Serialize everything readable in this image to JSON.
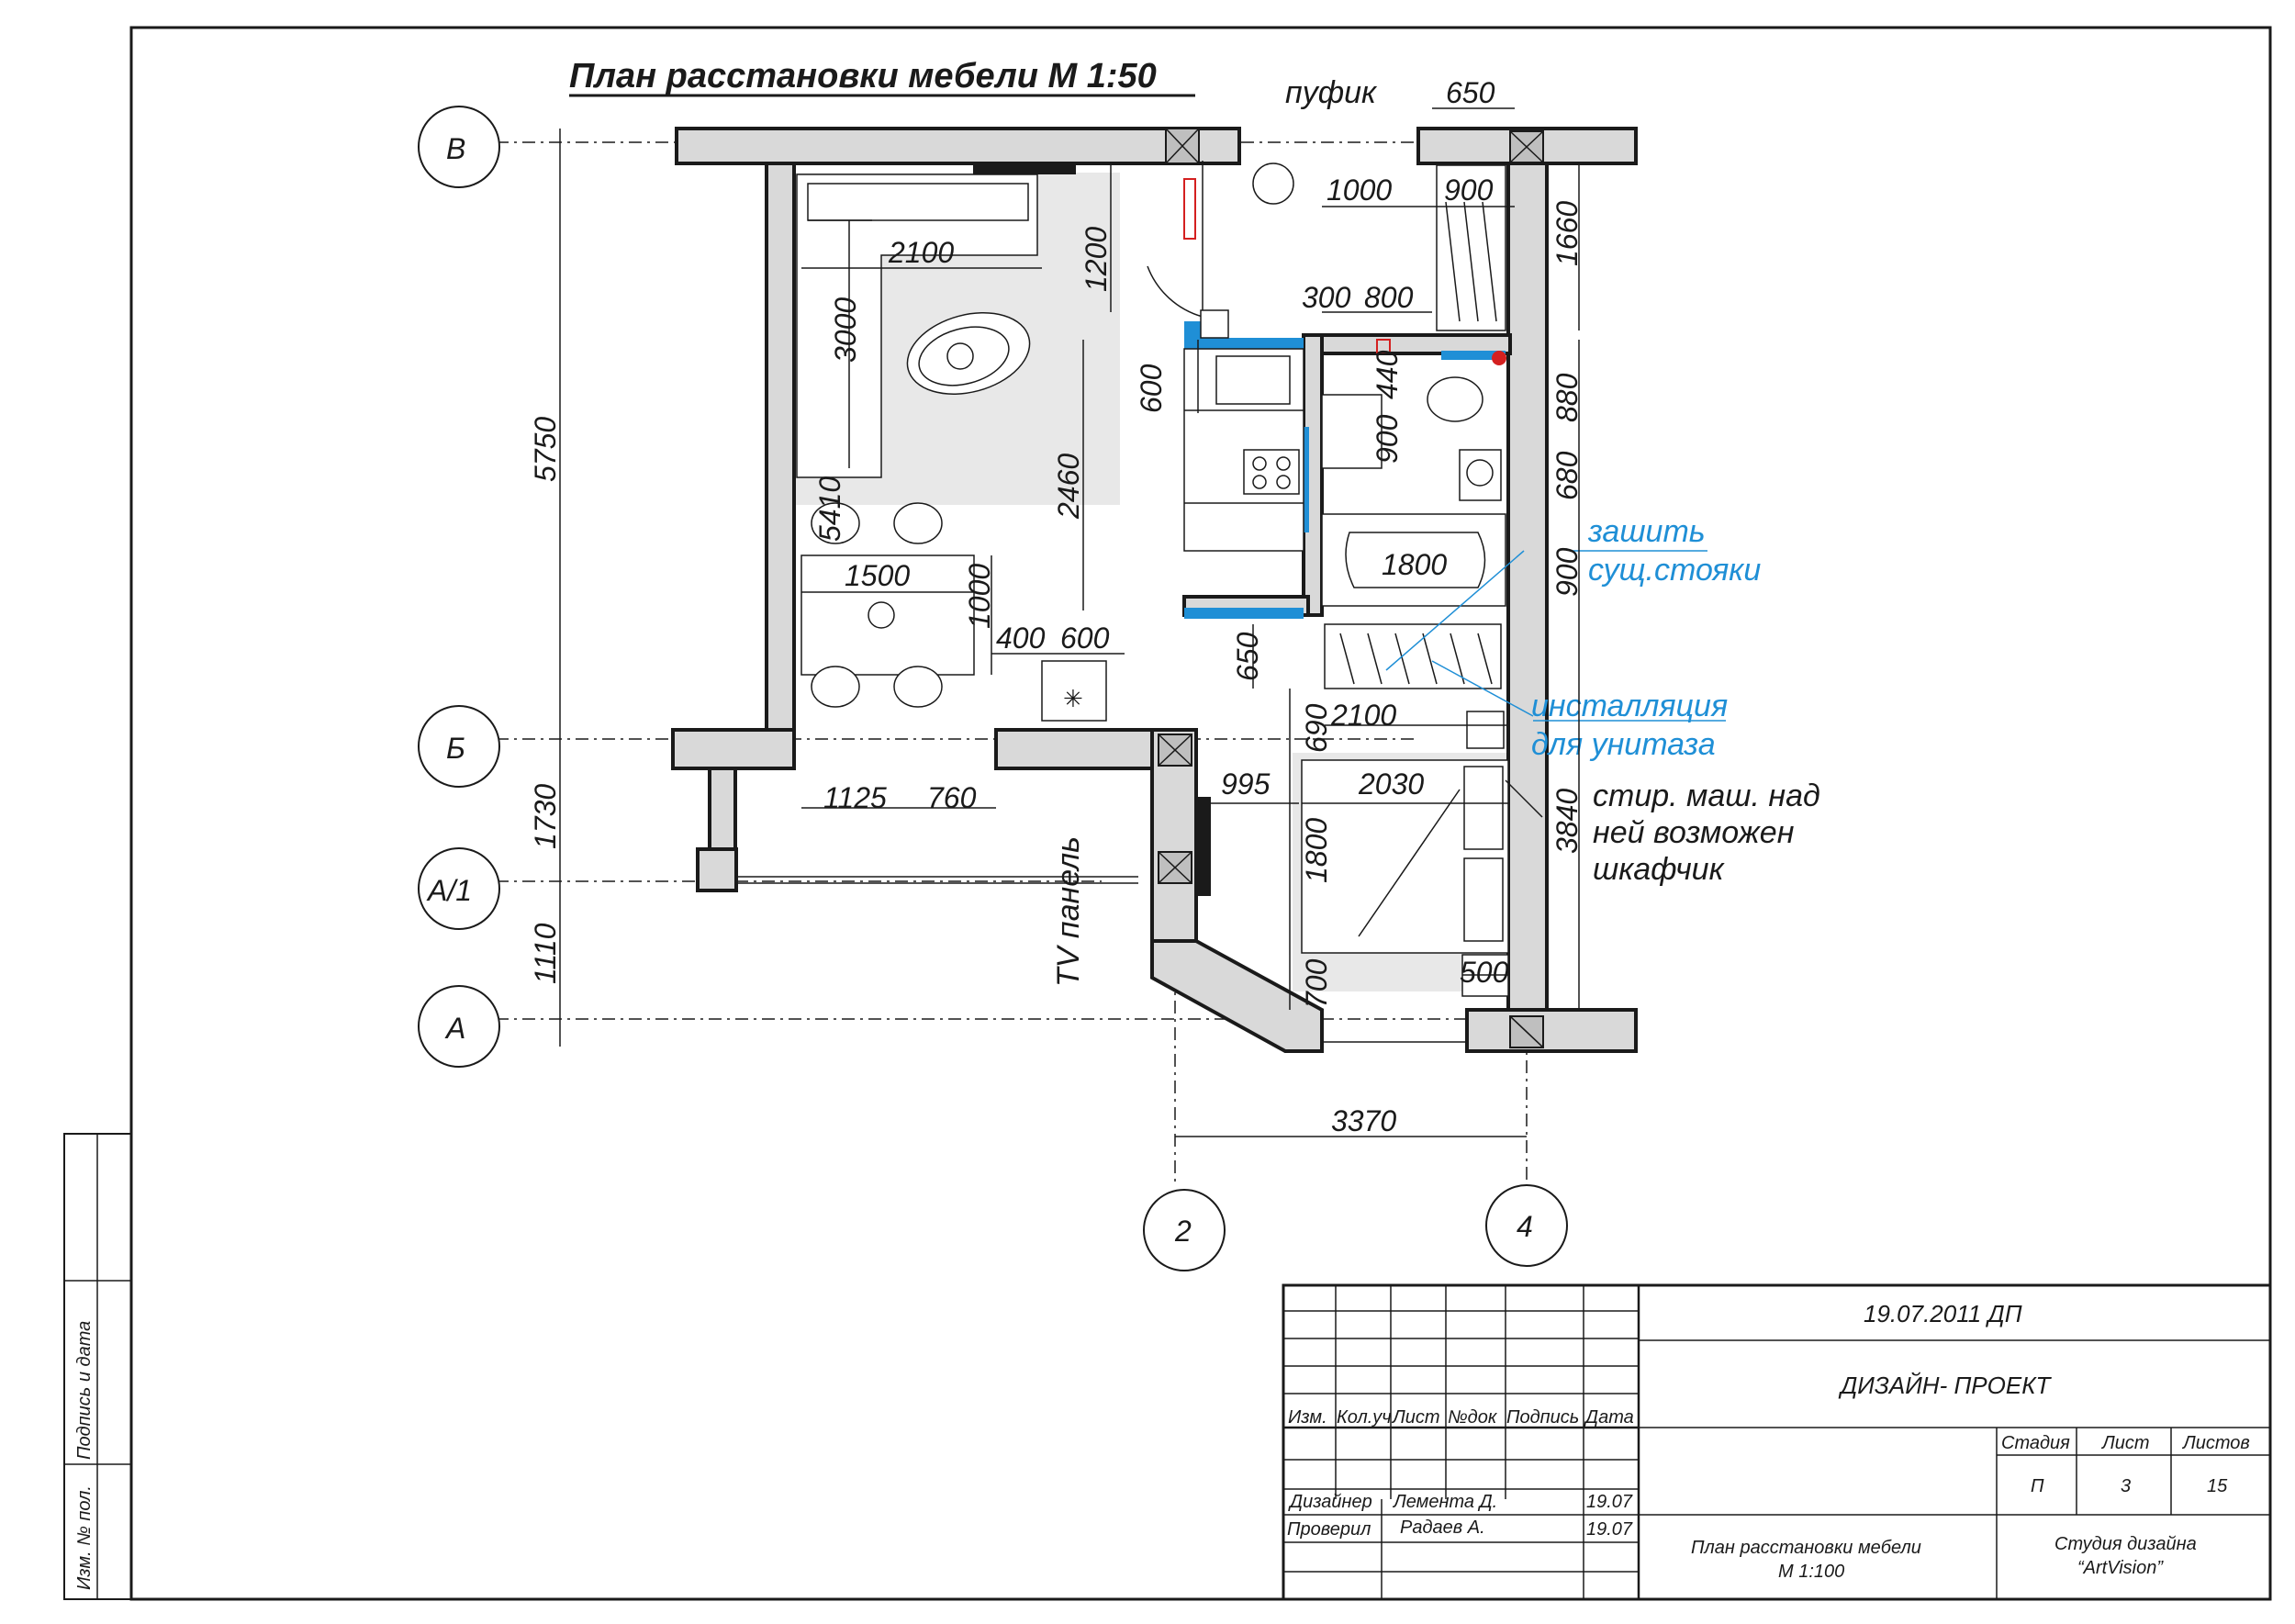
{
  "drawing": {
    "title": "План расстановки мебели М 1:50",
    "axes": {
      "v": "В",
      "b": "Б",
      "a1": "А/1",
      "a": "А",
      "col2": "2",
      "col4": "4"
    },
    "rooms": {
      "pouf": "пуфик",
      "tv_panel": "TV панель",
      "note_sew": "зашить",
      "note_risers": "сущ.стояки",
      "note_install": "инсталляция",
      "note_toilet": "для унитаза",
      "note_wm1": "стир. маш. над",
      "note_wm2": "ней возможен",
      "note_wm3": "шкафчик"
    },
    "dimensions": {
      "d650": "650",
      "d1000": "1000",
      "d900": "900",
      "d1660": "1660",
      "d2100a": "2100",
      "d1200": "1200",
      "d3000": "3000",
      "d300": "300",
      "d800": "800",
      "d600a": "600",
      "d900b": "900",
      "d440": "440",
      "d880": "880",
      "d5750": "5750",
      "d2460": "2460",
      "d680": "680",
      "d5410": "5410",
      "d1500": "1500",
      "d1800a": "1800",
      "d900c": "900",
      "d1000b": "1000",
      "d400": "400",
      "d600b": "600",
      "d650b": "650",
      "d690": "690",
      "d2100b": "2100",
      "d1125": "1125",
      "d760": "760",
      "d995": "995",
      "d2030": "2030",
      "d1730": "1730",
      "d3840": "3840",
      "d1800b": "1800",
      "d1110": "1110",
      "d700": "700",
      "d500": "500",
      "d3370": "3370"
    }
  },
  "title_block": {
    "date_stage": "19.07.2011   ДП",
    "project": "ДИЗАЙН- ПРОЕКТ",
    "headers": [
      "Изм.",
      "Кол.уч",
      "Лист",
      "№док",
      "Подпись",
      "Дата"
    ],
    "stage_label": "Стадия",
    "sheet_label": "Лист",
    "sheets_label": "Листов",
    "stage": "П",
    "sheet": "3",
    "sheets": "15",
    "designer_role": "Дизайнер",
    "designer_name": "Лемента Д.",
    "designer_date": "19.07",
    "checker_role": "Проверил",
    "checker_name": "Радаев А.",
    "checker_date": "19.07",
    "sheet_title_1": "План расстановки мебели",
    "sheet_title_2": "М 1:100",
    "studio_1": "Студия дизайна",
    "studio_2": "“ArtVision”",
    "side_sign": "Подпись и дата",
    "side_inv": "Изм. № пол."
  }
}
